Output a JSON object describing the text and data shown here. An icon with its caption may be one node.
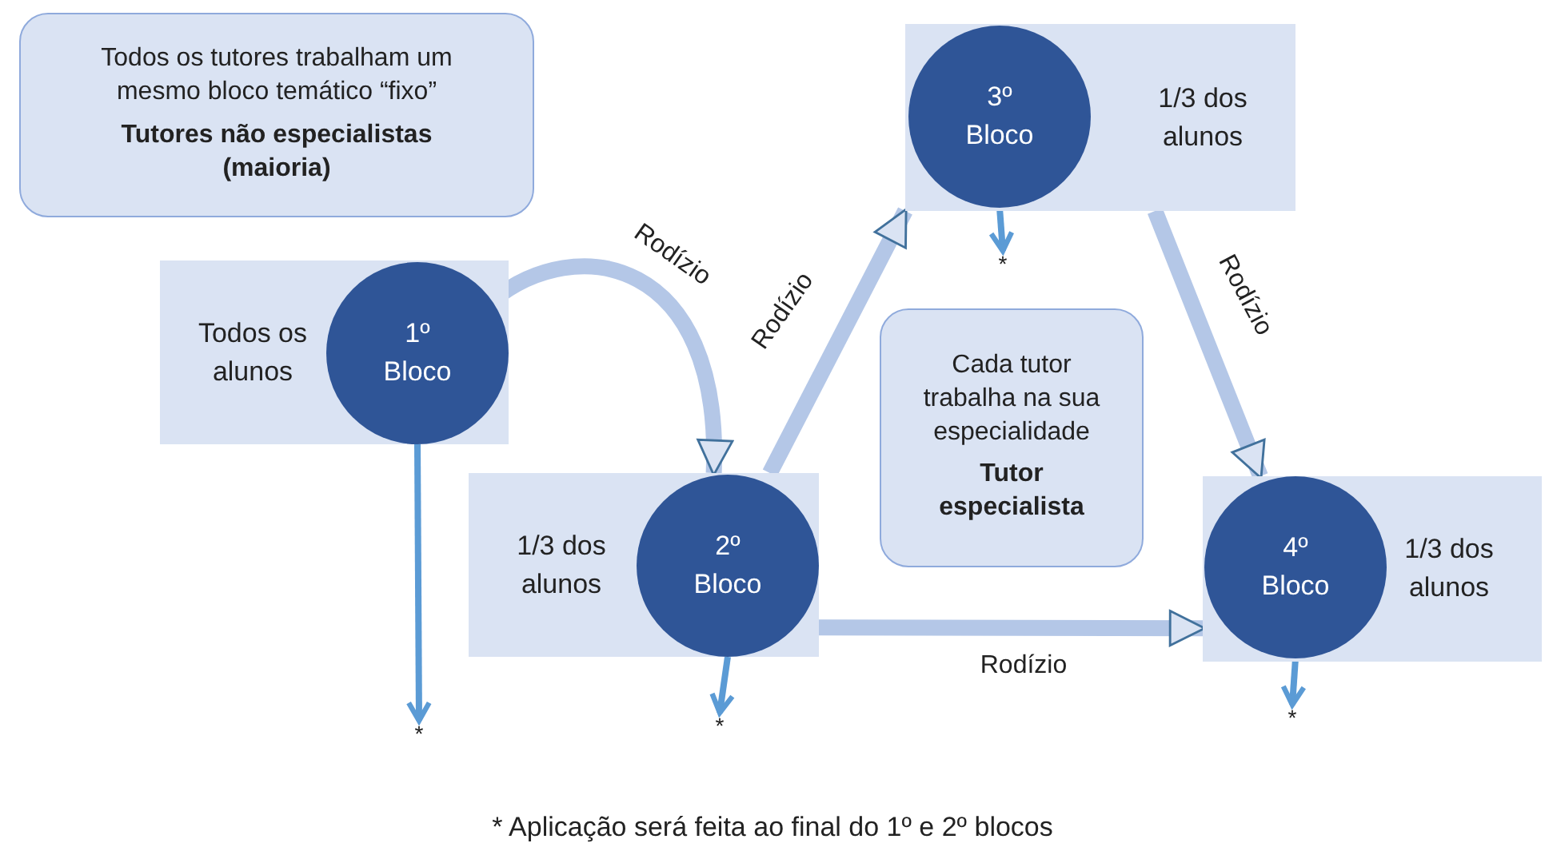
{
  "diagram": {
    "caption": "* Aplicação será feita ao final do 1º e 2º blocos",
    "nodes": [
      {
        "text": [
          "Todos os tutores trabalham um mesmo bloco temático “fixo”",
          "Tutores não especialistas (maioria)"
        ]
      },
      {
        "text": [
          "Todos os alunos"
        ]
      },
      {
        "text": [
          "1º Bloco"
        ],
        "in": 1
      },
      {
        "text": [
          "1/3 dos alunos"
        ]
      },
      {
        "text": [
          "2º Bloco"
        ],
        "in": 3
      },
      {
        "text": [
          "1/3 dos alunos"
        ]
      },
      {
        "text": [
          "3º Bloco"
        ],
        "in": 5
      },
      {
        "text": [
          "Cada tutor trabalha na sua especialidade",
          "Tutor especialista"
        ]
      },
      {
        "text": [
          "1/3 dos alunos"
        ]
      },
      {
        "text": [
          "4º Bloco"
        ],
        "in": 8
      },
      {
        "text": [
          "*"
        ]
      },
      {
        "text": [
          "*"
        ]
      },
      {
        "text": [
          "*"
        ]
      },
      {
        "text": [
          "*"
        ]
      }
    ],
    "edges": [
      {
        "from": 2,
        "to": 3,
        "arrow": "to",
        "label": "Rodízio",
        "style": "thick"
      },
      {
        "from": 3,
        "to": 5,
        "arrow": "to",
        "label": "Rodízio",
        "style": "thick"
      },
      {
        "from": 5,
        "to": 8,
        "arrow": "to",
        "label": "Rodízio",
        "style": "thick"
      },
      {
        "from": 3,
        "to": 8,
        "arrow": "to",
        "label": "Rodízio",
        "style": "thick"
      },
      {
        "from": 2,
        "to": 10,
        "arrow": "to"
      },
      {
        "from": 4,
        "to": 11,
        "arrow": "to"
      },
      {
        "from": 6,
        "to": 12,
        "arrow": "to"
      },
      {
        "from": 9,
        "to": 13,
        "arrow": "to"
      }
    ]
  }
}
